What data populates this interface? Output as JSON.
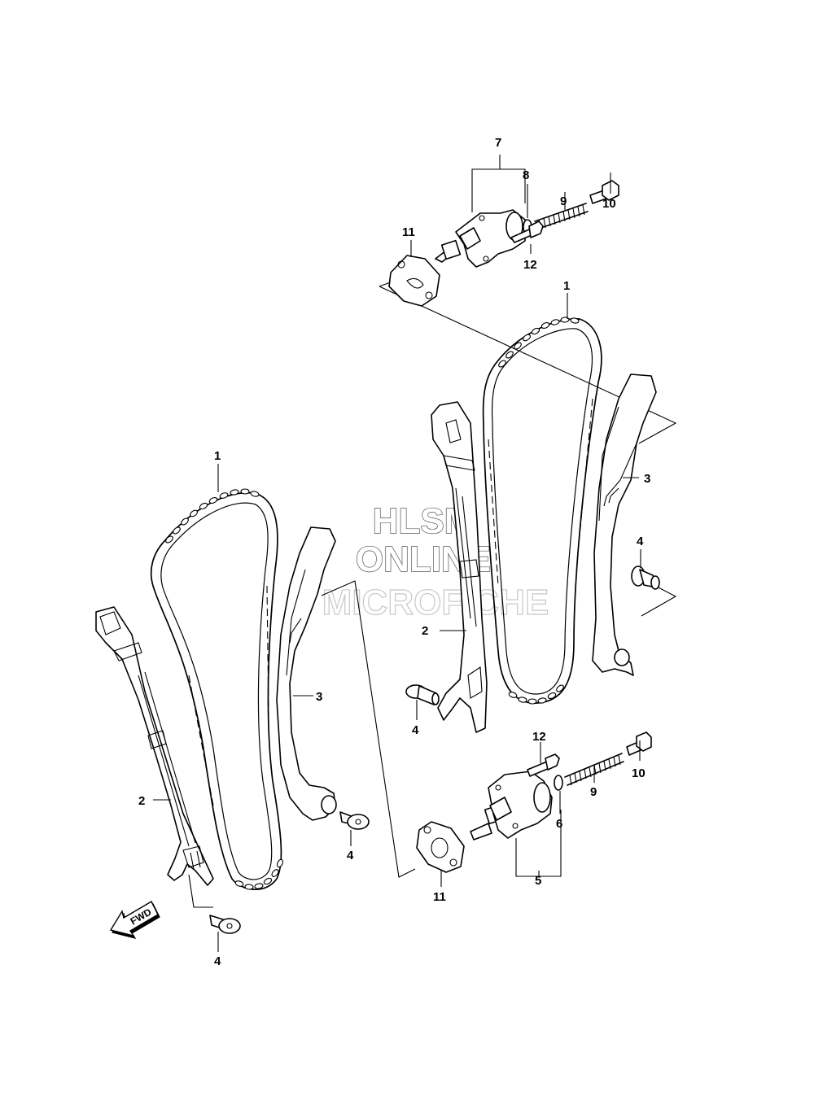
{
  "watermark": {
    "line1": "HLSM",
    "line2": "ONLINE",
    "line3": "MICROFICHE"
  },
  "direction_arrow": {
    "label": "FWD",
    "icon": "fwd-arrow-icon"
  },
  "callouts": [
    {
      "id": "c7",
      "label": "7"
    },
    {
      "id": "c8",
      "label": "8"
    },
    {
      "id": "c10a",
      "label": "10"
    },
    {
      "id": "c9a",
      "label": "9"
    },
    {
      "id": "c11a",
      "label": "11"
    },
    {
      "id": "c12a",
      "label": "12"
    },
    {
      "id": "c1a",
      "label": "1"
    },
    {
      "id": "c3a",
      "label": "3"
    },
    {
      "id": "c4a",
      "label": "4"
    },
    {
      "id": "c2a",
      "label": "2"
    },
    {
      "id": "c4b",
      "label": "4"
    },
    {
      "id": "c1b",
      "label": "1"
    },
    {
      "id": "c3b",
      "label": "3"
    },
    {
      "id": "c2b",
      "label": "2"
    },
    {
      "id": "c4c",
      "label": "4"
    },
    {
      "id": "c4d",
      "label": "4"
    },
    {
      "id": "c12b",
      "label": "12"
    },
    {
      "id": "c10b",
      "label": "10"
    },
    {
      "id": "c9b",
      "label": "9"
    },
    {
      "id": "c6",
      "label": "6"
    },
    {
      "id": "c5",
      "label": "5"
    },
    {
      "id": "c11b",
      "label": "11"
    }
  ]
}
